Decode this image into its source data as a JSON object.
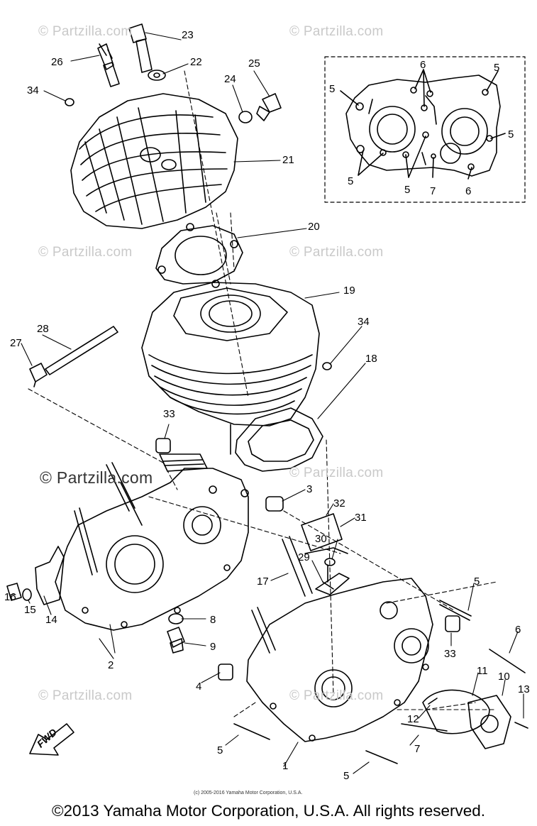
{
  "watermark": {
    "text": "© Partzilla.com"
  },
  "callouts": [
    "1",
    "2",
    "3",
    "4",
    "5",
    "6",
    "7",
    "8",
    "9",
    "10",
    "11",
    "12",
    "13",
    "14",
    "15",
    "16",
    "17",
    "18",
    "19",
    "20",
    "21",
    "22",
    "23",
    "24",
    "25",
    "26",
    "27",
    "28",
    "29",
    "30",
    "31",
    "32",
    "33",
    "34"
  ],
  "inset_callouts": {
    "five": "5",
    "six": "6",
    "seven": "7"
  },
  "fwd_label": "FWD",
  "small_credit": "(c) 2005-2016 Yamaha Motor Corporation, U.S.A.",
  "footer": "©2013 Yamaha Motor Corporation, U.S.A. All rights reserved."
}
